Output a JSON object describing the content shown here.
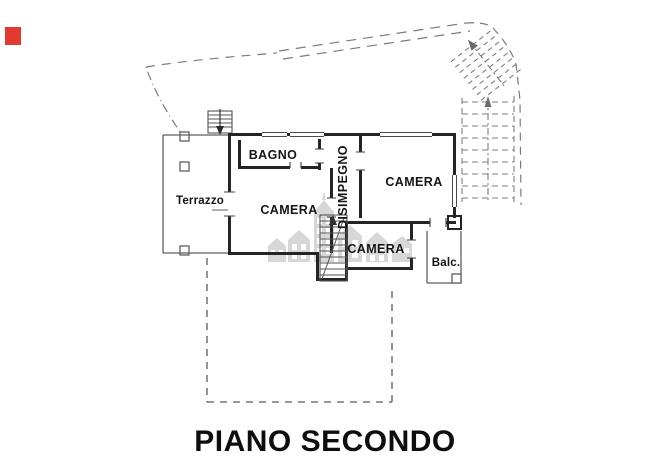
{
  "marker": {
    "color": "#e23a2e"
  },
  "plan": {
    "watermark_color": "#a8a8a8",
    "labels": {
      "terrazzo": "Terrazzo",
      "bagno": "BAGNO",
      "camera_left": "CAMERA",
      "disimpegno": "DISIMPEGNO",
      "camera_right": "CAMERA",
      "camera_bottom": "CAMERA",
      "balcony": "Balc."
    }
  },
  "title": {
    "text": "PIANO SECONDO"
  }
}
